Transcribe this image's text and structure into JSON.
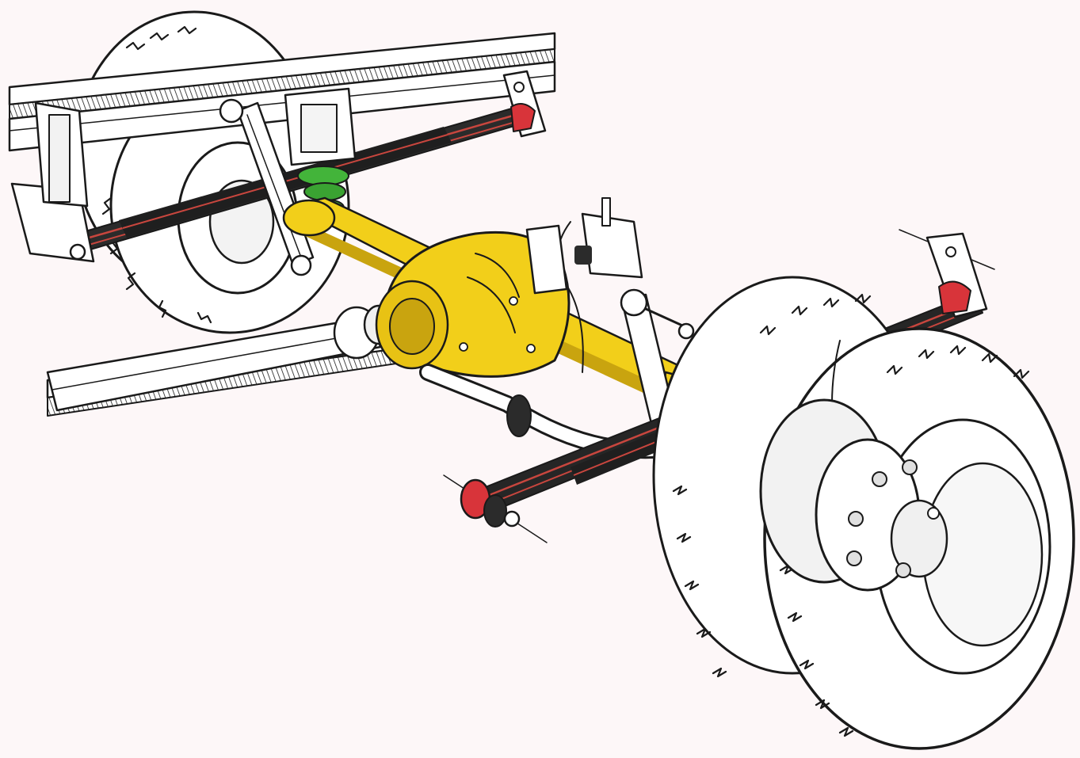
{
  "colors": {
    "background": "#fdf7f8",
    "ink": "#1a1a1a",
    "axle": "#f2cf1a",
    "axle_shade": "#c9a40f",
    "bump_stop": "#43b43a",
    "spring_leaf": "#c8463e",
    "bushing": "#d8343a",
    "tire": "#ffffff",
    "metal": "#e9e9e9"
  },
  "components": {
    "frame_rail": "frame-rail",
    "leaf_spring_left": "leaf-spring",
    "leaf_spring_right": "leaf-spring",
    "shackle": "spring-shackle",
    "shock_absorber": "shock-absorber",
    "bump_stop": "rubber-bump-stop",
    "axle_housing": "axle-housing",
    "differential": "differential",
    "driveshaft": "propeller-shaft",
    "anti_roll_bar": "anti-roll-bar",
    "spring_eye_bushing": "spring-eye-bushing",
    "dual_wheels": "dual-rear-wheels",
    "wheel_hub": "wheel-hub"
  }
}
